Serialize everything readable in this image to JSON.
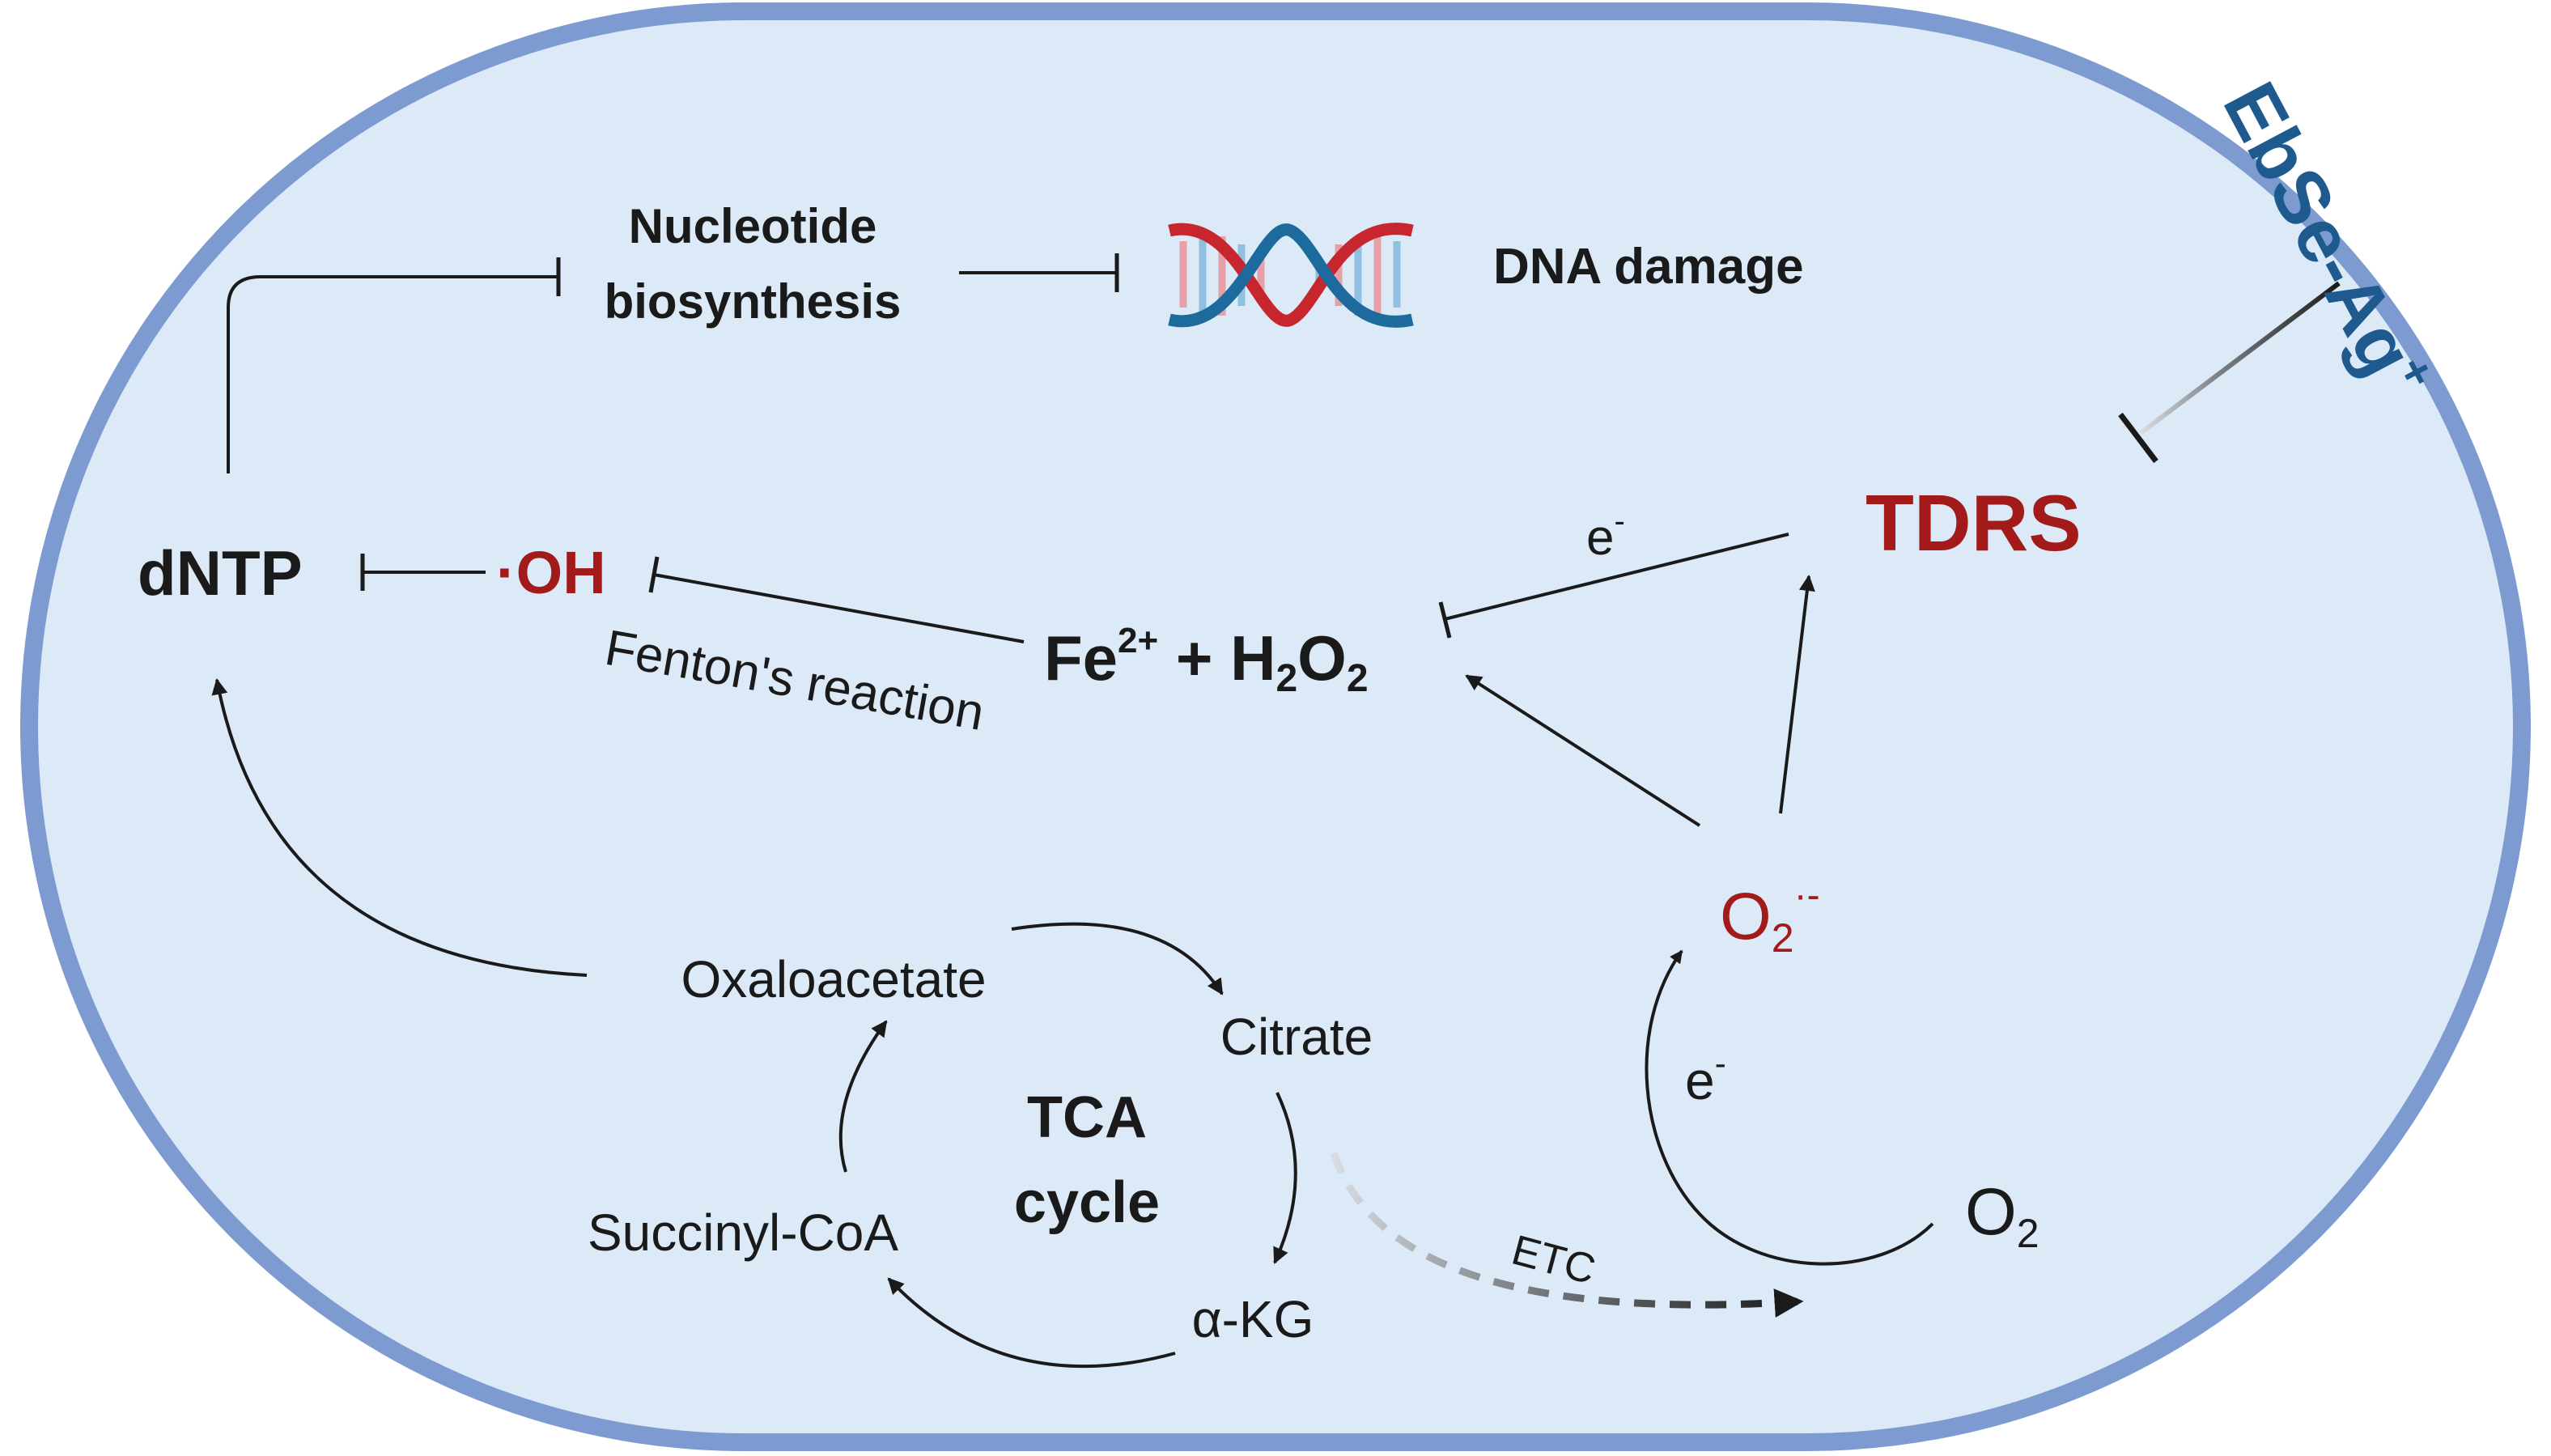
{
  "colors": {
    "cell_fill": "#dce9f7",
    "cell_border": "#7e9bd1",
    "accent_red": "#a31a1a",
    "accent_blue": "#1f5a8f",
    "text": "#1a1a1a",
    "dna_red": "#c8262e",
    "dna_blue": "#1d6a9c",
    "dna_rung_pink": "#e8a0a8",
    "dna_rung_blue": "#8fc0e0"
  },
  "labels": {
    "nucleotide_line1": "Nucleotide",
    "nucleotide_line2": "biosynthesis",
    "dna_damage": "DNA damage",
    "drug": "EbSe-Ag",
    "drug_sup": "+",
    "tdrs": "TDRS",
    "dntp": "dNTP",
    "hydroxyl": "·OH",
    "fenton": "Fenton's reaction",
    "fe": "Fe",
    "fe_sup": "2+",
    "plus": " + H",
    "h2o2_sub1": "2",
    "h2o2_o": "O",
    "h2o2_sub2": "2",
    "electron_top": "e",
    "electron_top_sup": "-",
    "superoxide": "O",
    "superoxide_sub": "2",
    "superoxide_sup": "·-",
    "electron_bottom": "e",
    "electron_bottom_sup": "-",
    "oxygen": "O",
    "oxygen_sub": "2",
    "etc": "ETC",
    "oxaloacetate": "Oxaloacetate",
    "citrate": "Citrate",
    "tca_line1": "TCA",
    "tca_line2": "cycle",
    "succinyl": "Succinyl-CoA",
    "akg": "α-KG"
  }
}
